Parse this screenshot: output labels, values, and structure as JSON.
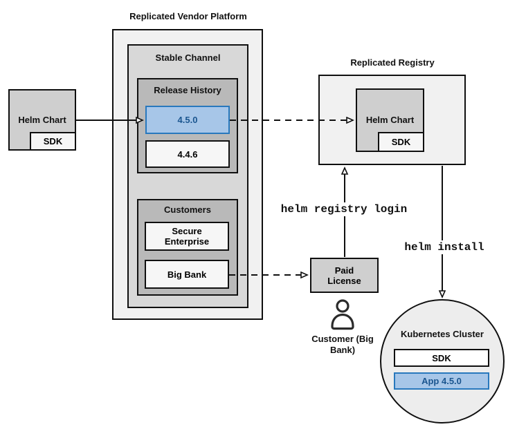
{
  "colors": {
    "highlight_fill": "#a7c6e8",
    "highlight_border": "#2878bd",
    "highlight_text": "#1a558f"
  },
  "platform": {
    "title": "Replicated Vendor Platform",
    "stable_channel": {
      "label": "Stable Channel",
      "release_history": {
        "label": "Release History",
        "releases": [
          {
            "version": "4.5.0",
            "highlighted": true
          },
          {
            "version": "4.4.6",
            "highlighted": false
          }
        ]
      },
      "customers": {
        "label": "Customers",
        "items": [
          {
            "name": "Secure Enterprise"
          },
          {
            "name": "Big Bank"
          }
        ]
      }
    }
  },
  "vendor_chart": {
    "label": "Helm Chart",
    "sdk_label": "SDK"
  },
  "registry": {
    "title": "Replicated Registry",
    "helm_chart": {
      "label": "Helm Chart",
      "sdk_label": "SDK"
    }
  },
  "license": {
    "label": "Paid License"
  },
  "customer": {
    "caption": "Customer (Big Bank)"
  },
  "cluster": {
    "label": "Kubernetes Cluster",
    "sdk_label": "SDK",
    "app_label": "App 4.5.0"
  },
  "commands": {
    "registry_login": "helm registry login",
    "install": "helm install"
  }
}
